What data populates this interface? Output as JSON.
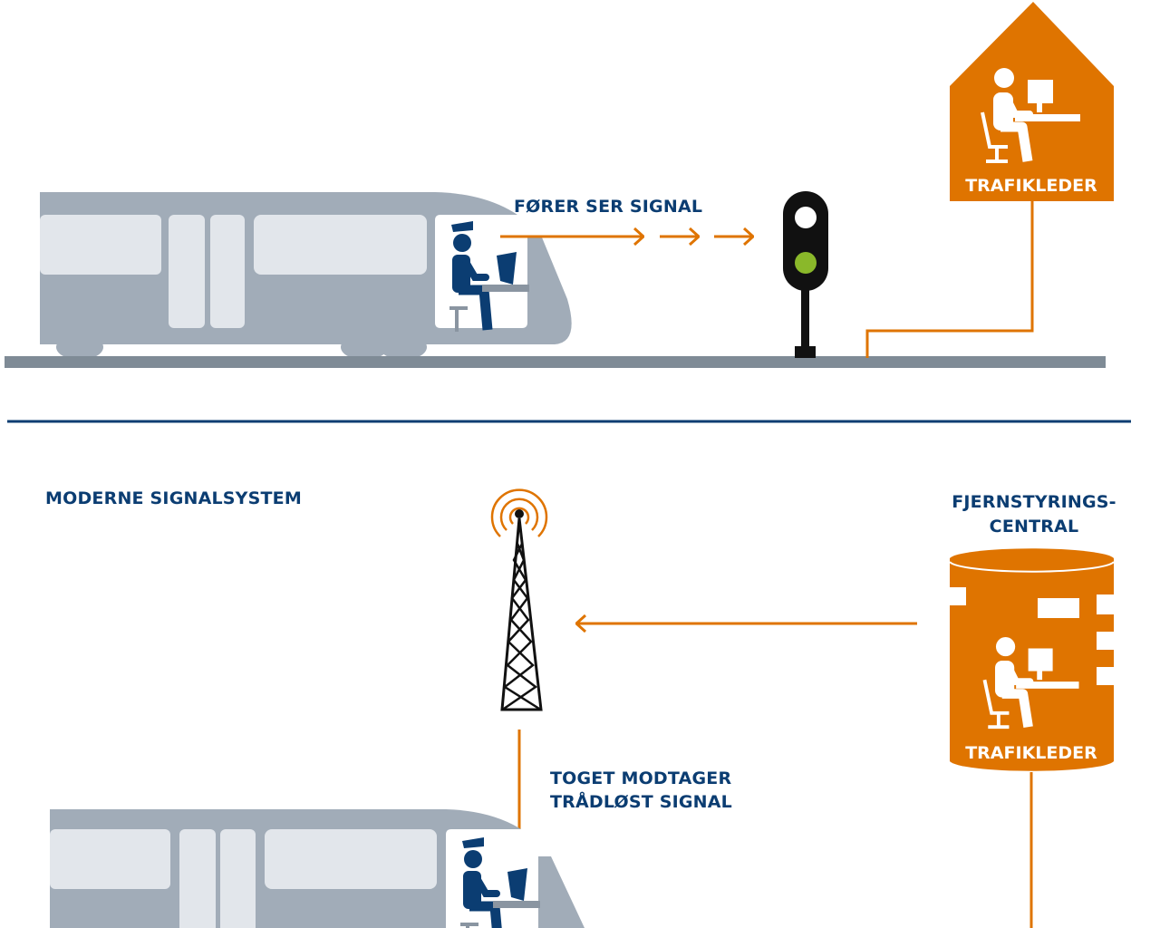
{
  "top_section": {
    "signal_label": "FØRER SER SIGNAL",
    "building_label": "TRAFIKLEDER"
  },
  "bottom_section": {
    "title": "MODERNE SIGNALSYSTEM",
    "centre_label_line1": "FJERNSTYRINGS-",
    "centre_label_line2": "CENTRAL",
    "centre_operator_label": "TRAFIKLEDER",
    "train_label_line1": "TOGET MODTAGER",
    "train_label_line2": "TRÅDLØST SIGNAL"
  },
  "colors": {
    "orange": "#df7400",
    "navy": "#0b3d72",
    "train_gray": "#a1acb8",
    "window": "#e2e6eb",
    "track": "#7f8b96",
    "signal_green": "#8ab82a"
  }
}
